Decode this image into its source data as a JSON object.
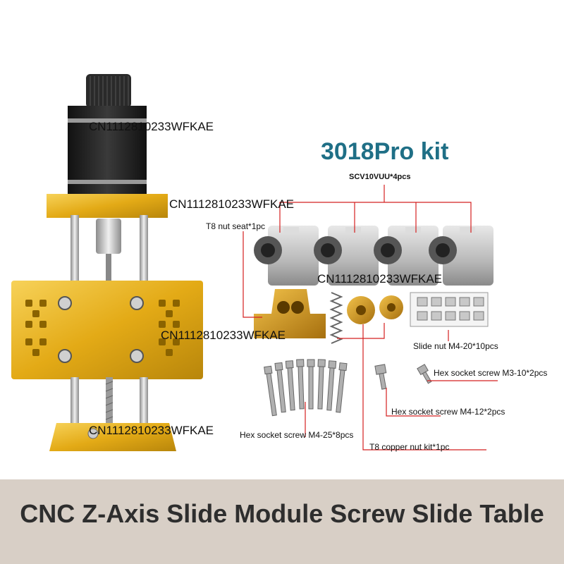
{
  "kit_title": "3018Pro kit",
  "watermarks": [
    "CN1112810233WFKAE",
    "CN1112810233WFKAE",
    "CN1112810233WFKAE",
    "CN1112810233WFKAE",
    "CN1112810233WFKAE"
  ],
  "labels": {
    "bearings": "SCV10VUU*4pcs",
    "t8_nut_seat": "T8 nut seat*1pc",
    "slide_nut": "Slide nut M4-20*10pcs",
    "hex_m3_10": "Hex socket screw M3-10*2pcs",
    "hex_m4_12": "Hex socket screw M4-12*2pcs",
    "hex_m4_25": "Hex socket screw M4-25*8pcs",
    "t8_copper_nut": "T8 copper nut kit*1pc"
  },
  "footer_title": "CNC Z-Axis Slide Module Screw Slide Table",
  "colors": {
    "title": "#1f6f86",
    "leader_line": "#d42020",
    "gold": "#e8b21a",
    "footer_bg": "#d8cfc6",
    "footer_text": "#2e2e2e"
  }
}
